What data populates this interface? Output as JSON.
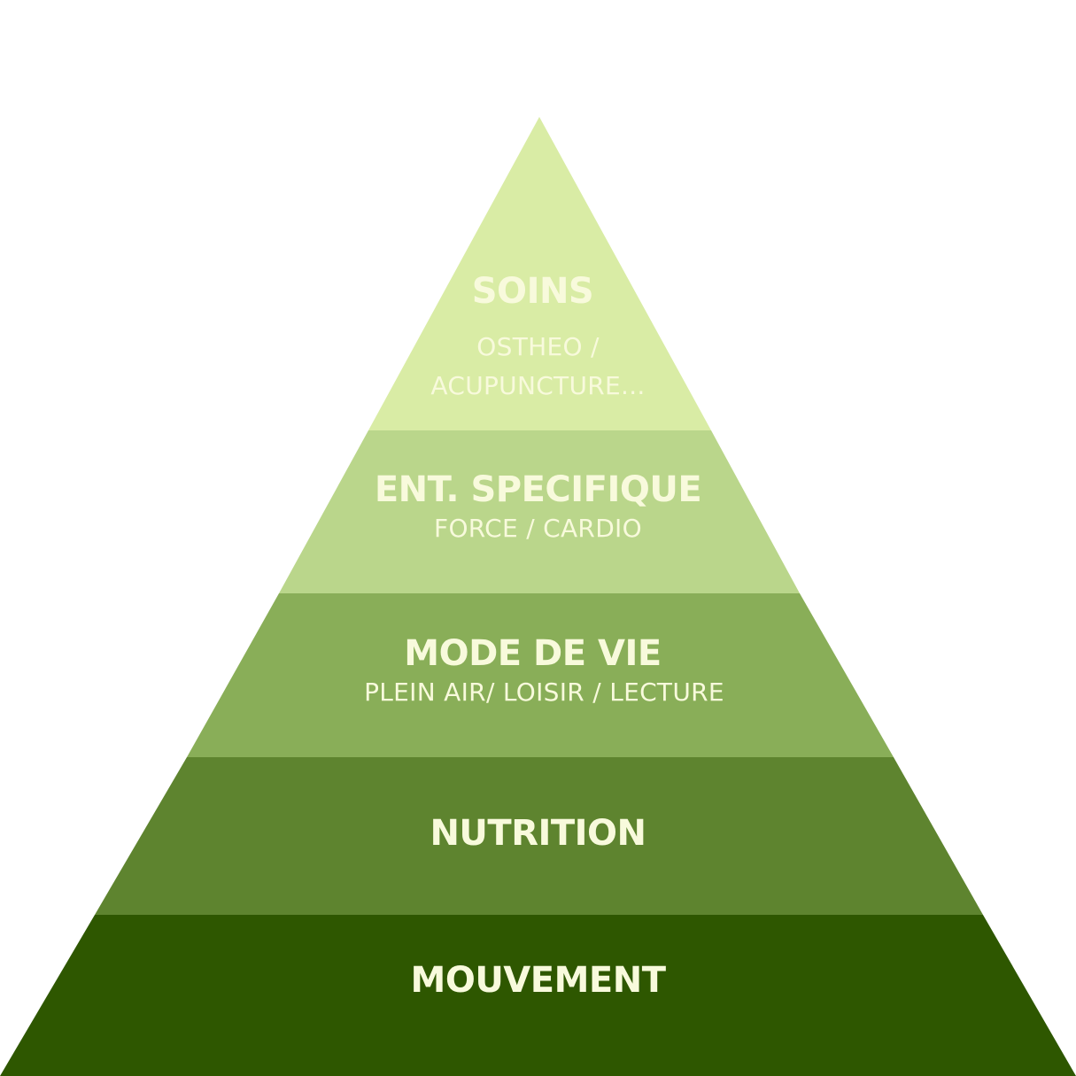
{
  "pyramid": {
    "text_color": "#f8fadc",
    "levels": [
      {
        "title": "SOINS",
        "subtitle_line1": "OSTHEO /",
        "subtitle_line2": "ACUPUNCTURE...",
        "color": "#d9eca5"
      },
      {
        "title": "ENT. SPECIFIQUE",
        "subtitle_line1": "FORCE / CARDIO",
        "color": "#bad68b"
      },
      {
        "title": "MODE DE VIE",
        "subtitle_line1": "PLEIN AIR/ LOISIR / LECTURE",
        "color": "#89ae58"
      },
      {
        "title": "NUTRITION",
        "color": "#5e842f"
      },
      {
        "title": "MOUVEMENT",
        "color": "#2e5700"
      }
    ]
  }
}
